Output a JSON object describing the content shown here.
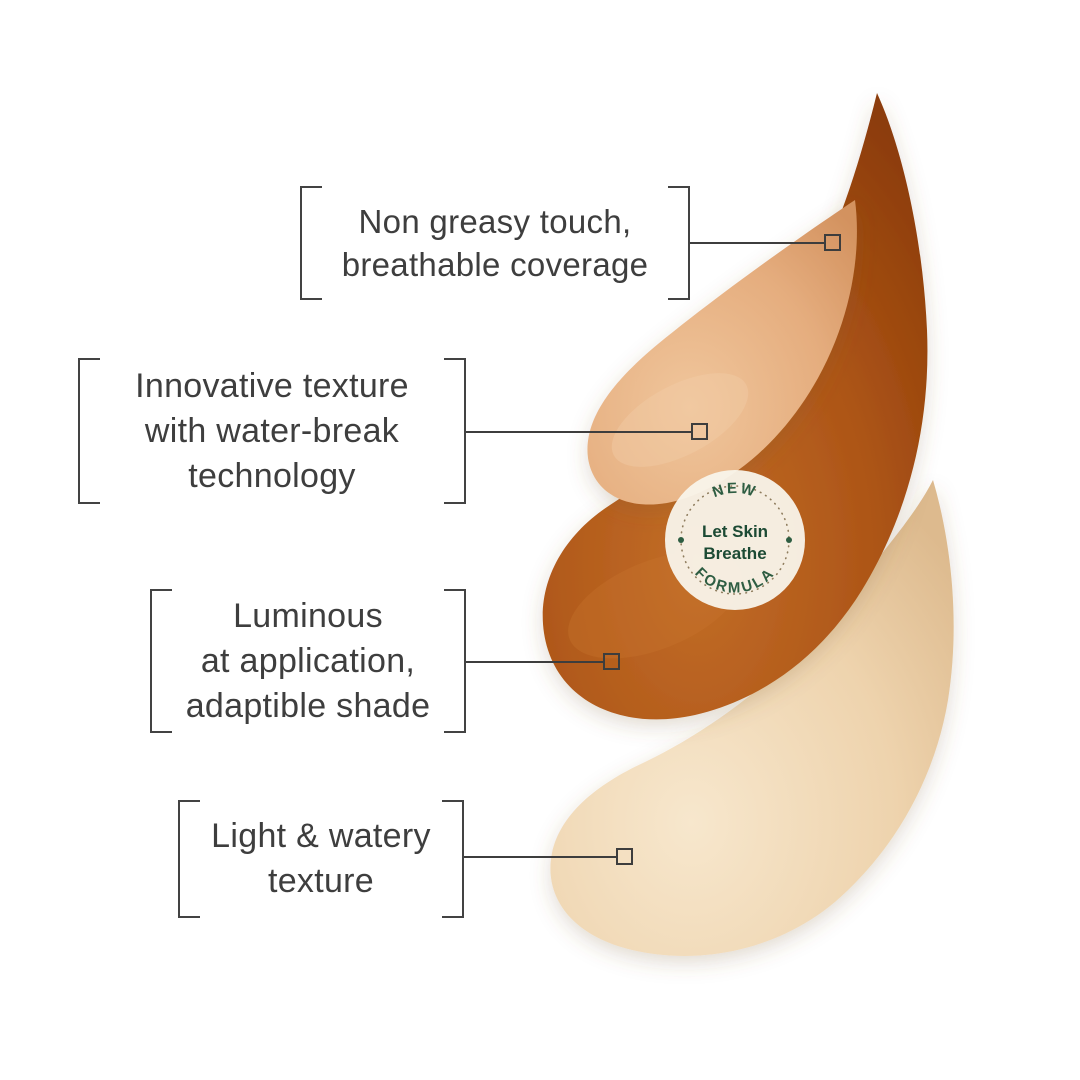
{
  "figure": {
    "background": "#ffffff",
    "line_color": "#3d3d3d",
    "text_color": "#3e3e3e"
  },
  "callouts": [
    {
      "id": "non-greasy",
      "lines": [
        "Non greasy touch,",
        "breathable coverage"
      ]
    },
    {
      "id": "innovative-texture",
      "lines": [
        "Innovative texture",
        "with water-break",
        "technology"
      ]
    },
    {
      "id": "luminous",
      "lines": [
        "Luminous",
        "at application,",
        "adaptible shade"
      ]
    },
    {
      "id": "light-watery",
      "lines": [
        "Light & watery",
        "texture"
      ]
    }
  ],
  "badge": {
    "arc_top": "NEW",
    "arc_bottom": "FORMULA",
    "center_line1": "Let Skin",
    "center_line2": "Breathe",
    "green": "#2e5d42"
  },
  "swatches": [
    {
      "name": "medium-beige-smear",
      "color": "#e5ad7e"
    },
    {
      "name": "caramel-brown-smear",
      "color": "#ad5517"
    },
    {
      "name": "light-ivory-smear",
      "color": "#eed3ad"
    }
  ]
}
